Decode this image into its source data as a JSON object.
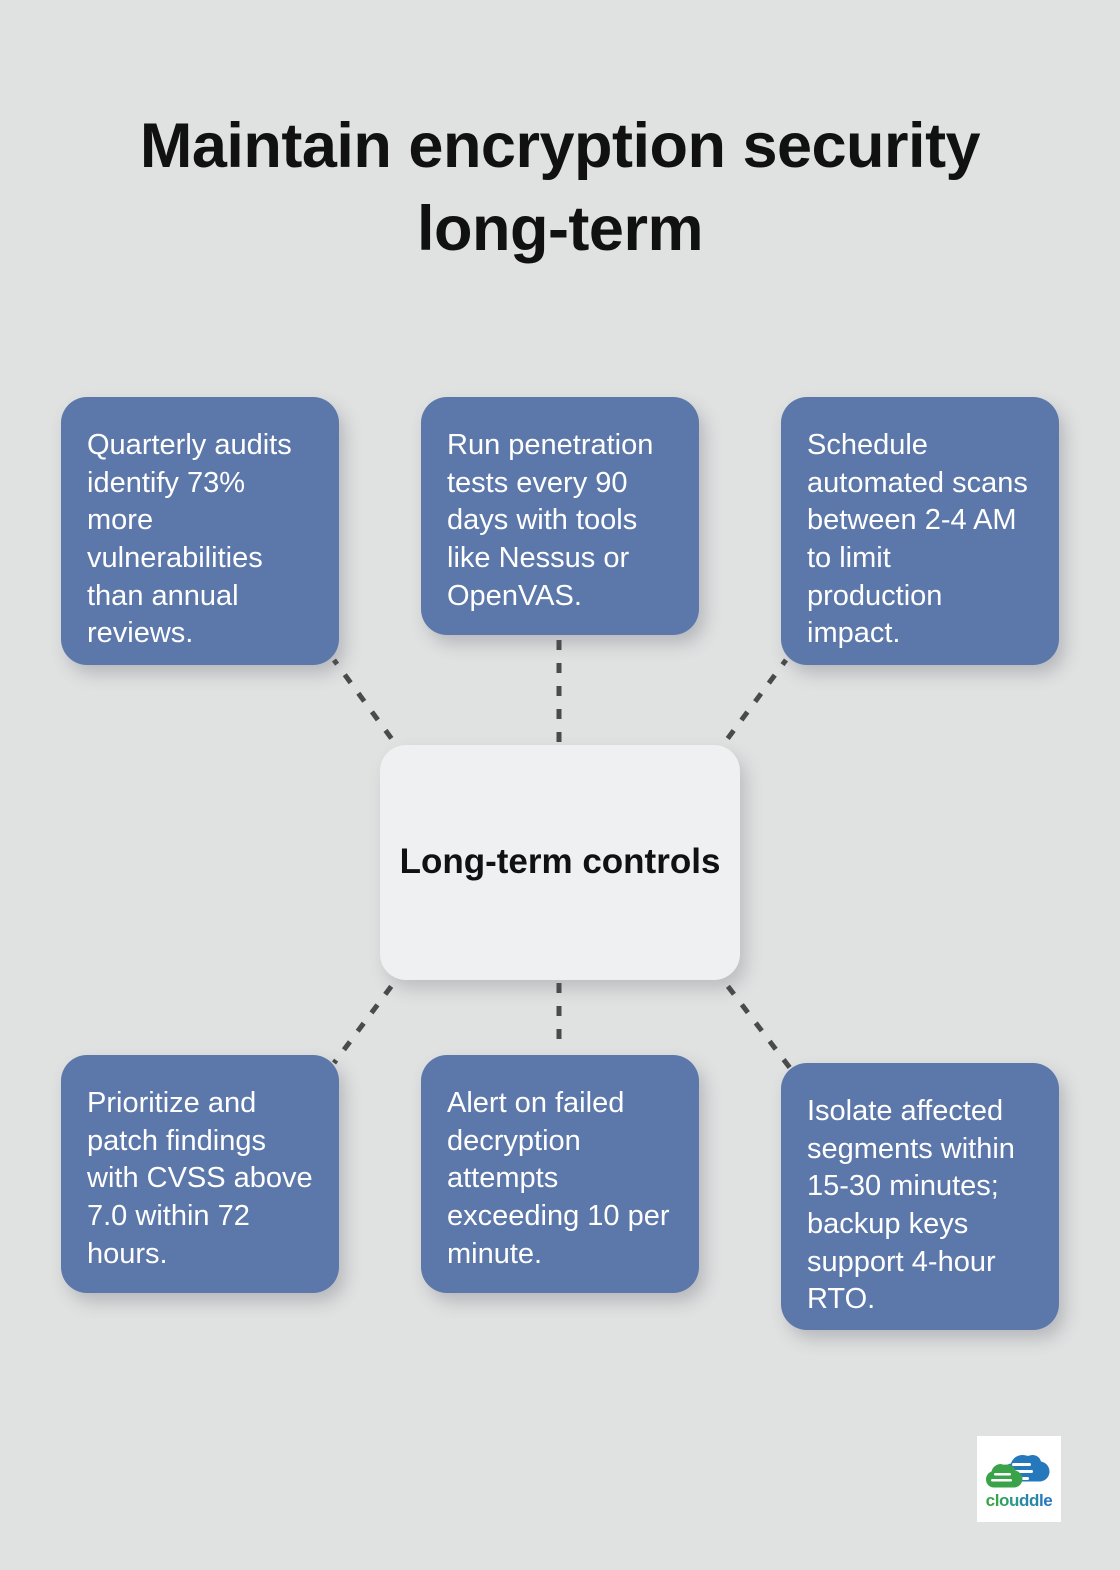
{
  "page": {
    "title": "Maintain encryption security long-term",
    "background_color": "#e0e1e1"
  },
  "center": {
    "label": "Long-term controls",
    "background_color": "#eff0f2",
    "text_color": "#111111"
  },
  "theme": {
    "node_fill": "#5c77aa",
    "node_text": "#ffffff",
    "connector_color": "#4a4a4a",
    "title_color": "#111111"
  },
  "nodes": [
    {
      "id": "quarterly-audits",
      "position": "top-left",
      "text": "Quarterly audits identify 73% more vulnerabilities than annual reviews."
    },
    {
      "id": "penetration-tests",
      "position": "top-center",
      "text": "Run penetration tests every 90 days with tools like Nessus or OpenVAS."
    },
    {
      "id": "automated-scans",
      "position": "top-right",
      "text": "Schedule automated scans between 2-4 AM to limit production impact."
    },
    {
      "id": "patch-findings",
      "position": "bottom-left",
      "text": "Prioritize and patch findings with CVSS above 7.0 within 72 hours."
    },
    {
      "id": "failed-decryption",
      "position": "bottom-center",
      "text": "Alert on failed decryption attempts exceeding 10 per minute."
    },
    {
      "id": "isolate-segments",
      "position": "bottom-right",
      "text": "Isolate affected segments within 15-30 minutes; backup keys support 4-hour RTO."
    }
  ],
  "logo": {
    "wordmark": "clouddle",
    "letters": [
      "c",
      "l",
      "o",
      "u",
      "d",
      "d",
      "l",
      "e"
    ],
    "cloud_green": "#3aa34a",
    "cloud_blue": "#2678bd",
    "background": "#ffffff"
  }
}
